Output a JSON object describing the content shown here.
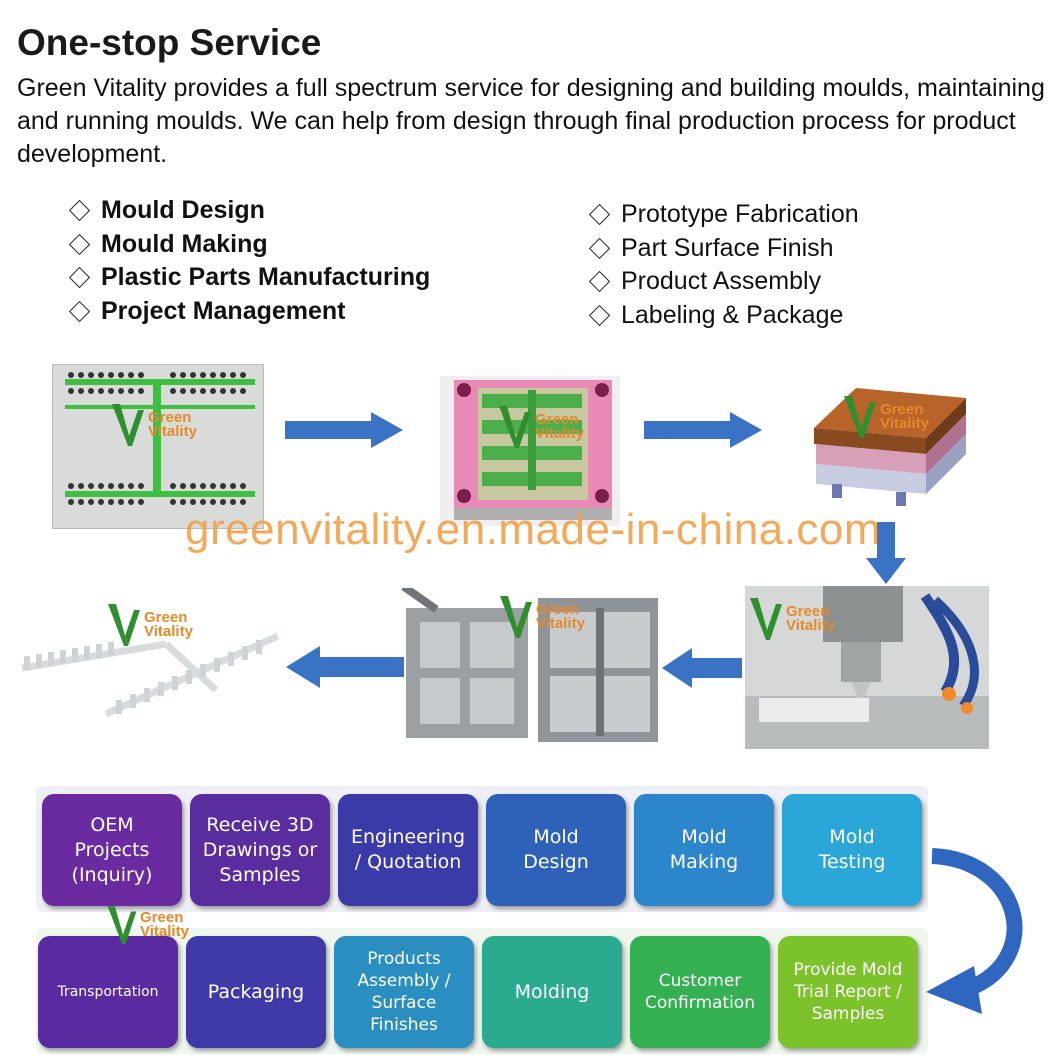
{
  "header": {
    "title": "One-stop Service",
    "intro": "Green Vitality provides a full spectrum service for designing and building moulds, maintaining and running moulds. We can help from design through final production process for product development."
  },
  "services_left": [
    {
      "label": "Mould Design"
    },
    {
      "label": "Mould Making"
    },
    {
      "label": "Plastic Parts Manufacturing"
    },
    {
      "label": "Project Management"
    }
  ],
  "services_right": [
    {
      "label": "Prototype Fabrication"
    },
    {
      "label": "Part Surface Finish"
    },
    {
      "label": "Product Assembly"
    },
    {
      "label": "Labeling & Package"
    }
  ],
  "logo": {
    "line1": "Green",
    "line2": "Vitality"
  },
  "watermark": "greenvitality.en.made-in-china.com",
  "colors": {
    "arrow": "#3a73c4",
    "watermark": "#f2a24a",
    "logo_text": "#e48a2a",
    "logo_leaf": "#2f8f2f"
  },
  "process_row1": [
    {
      "label": "OEM\nProjects\n(Inquiry)",
      "color": "#6a2aa0"
    },
    {
      "label": "Receive 3D\nDrawings or\nSamples",
      "color": "#5a2d9e"
    },
    {
      "label": "Engineering\n/ Quotation",
      "color": "#3a3aa8"
    },
    {
      "label": "Mold\nDesign",
      "color": "#2d62b8"
    },
    {
      "label": "Mold\nMaking",
      "color": "#2b86cc"
    },
    {
      "label": "Mold\nTesting",
      "color": "#2aa6d8"
    }
  ],
  "process_row2": [
    {
      "label": "Transportation",
      "color": "#5a2aa0"
    },
    {
      "label": "Packaging",
      "color": "#3f3aa8"
    },
    {
      "label": "Products\nAssembly /\nSurface\nFinishes",
      "color": "#2a8fc0"
    },
    {
      "label": "Molding",
      "color": "#2aab90"
    },
    {
      "label": "Customer\nConfirmation",
      "color": "#34b052"
    },
    {
      "label": "Provide Mold\nTrial Report /\nSamples",
      "color": "#7cc22a"
    }
  ]
}
